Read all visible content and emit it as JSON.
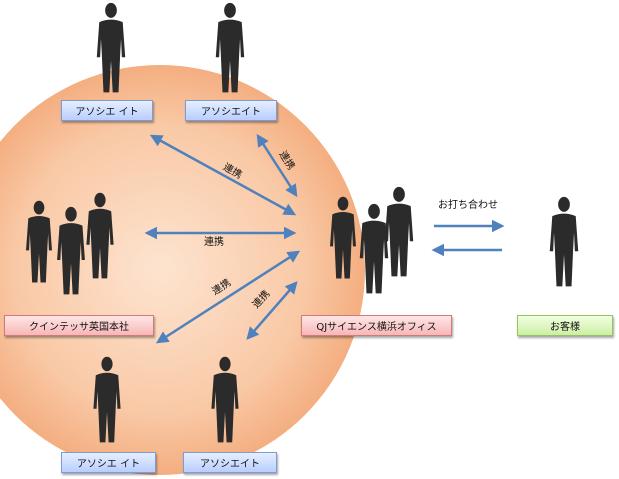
{
  "diagram": {
    "labels": {
      "associate_top_left": "アソシエ イト",
      "associate_top_right": "アソシエイト",
      "headquarters": "クインテッサ英国本社",
      "yokohama_office": "QJサイエンス横浜オフィス",
      "customer": "お客様",
      "associate_bottom_left": "アソシエ イト",
      "associate_bottom_right": "アソシエイト"
    },
    "connections": {
      "link_top_left": "連携",
      "link_top_right": "連携",
      "link_left": "連携",
      "link_bottom_left": "連携",
      "link_bottom_right": "連携",
      "inquiry": "お打ち合わせ"
    },
    "colors": {
      "circle_fill": "#f9c9a6",
      "arrow": "#4f81bd",
      "silhouette": "#2b2b2b"
    }
  }
}
